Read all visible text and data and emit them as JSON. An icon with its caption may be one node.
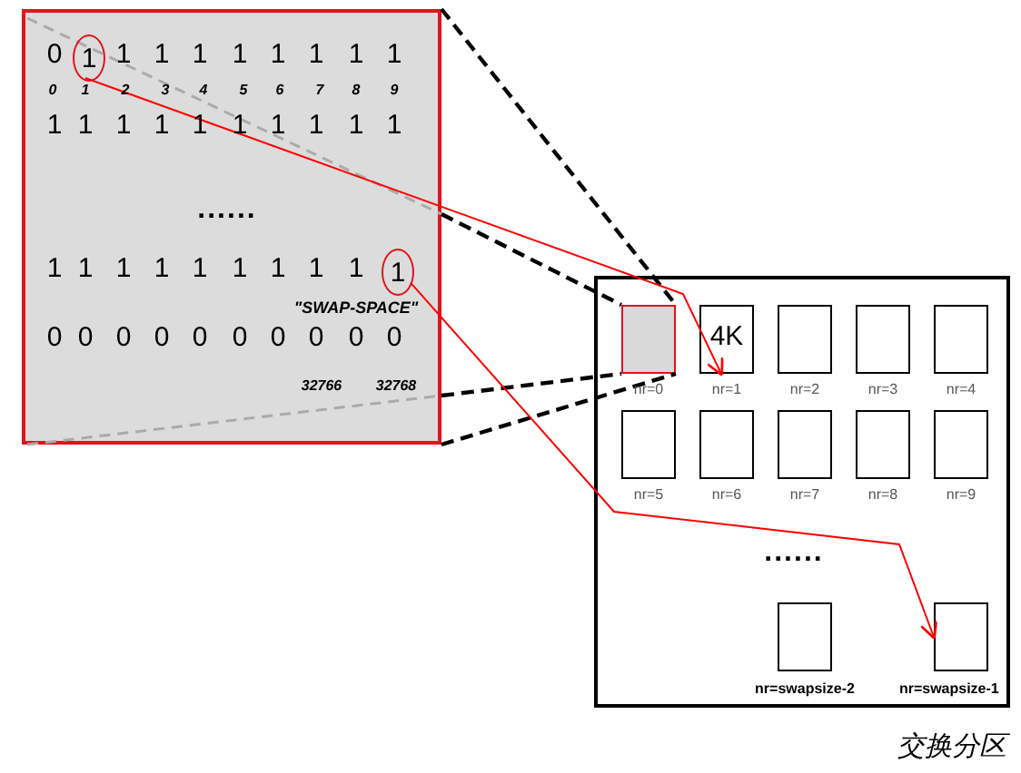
{
  "diagram": {
    "nodes": [
      {
        "text": [],
        "shape": "box"
      },
      {
        "text": [
          "1"
        ],
        "in": 0
      },
      {
        "text": [
          "1"
        ],
        "in": 0
      },
      {
        "text": [
          "交换分区"
        ]
      },
      {
        "text": [],
        "shape": "box",
        "beside": [
          "nr=0"
        ],
        "in": 3
      },
      {
        "text": [
          "4K"
        ],
        "beside": [
          "nr=1"
        ],
        "in": 3
      },
      {
        "text": [],
        "shape": "box",
        "beside": [
          "nr=2"
        ],
        "in": 3
      },
      {
        "text": [],
        "shape": "box",
        "beside": [
          "nr=3"
        ],
        "in": 3
      },
      {
        "text": [],
        "shape": "box",
        "beside": [
          "nr=4"
        ],
        "in": 3
      },
      {
        "text": [],
        "shape": "box",
        "beside": [
          "nr=5"
        ],
        "in": 3
      },
      {
        "text": [],
        "shape": "box",
        "beside": [
          "nr=6"
        ],
        "in": 3
      },
      {
        "text": [],
        "shape": "box",
        "beside": [
          "nr=7"
        ],
        "in": 3
      },
      {
        "text": [],
        "shape": "box",
        "beside": [
          "nr=8"
        ],
        "in": 3
      },
      {
        "text": [],
        "shape": "box",
        "beside": [
          "nr=9"
        ],
        "in": 3
      },
      {
        "text": [],
        "shape": "box",
        "beside": [
          "nr=swapsize-2"
        ],
        "in": 3
      },
      {
        "text": [],
        "shape": "box",
        "beside": [
          "nr=swapsize-1"
        ],
        "in": 3
      }
    ],
    "edges": [
      {
        "from": 0,
        "to": 4,
        "arrow": "none",
        "style": "dashed"
      },
      {
        "from": 0,
        "to": 4,
        "arrow": "none",
        "style": "dashed"
      },
      {
        "from": 0,
        "to": 4,
        "arrow": "none",
        "style": "dashed"
      },
      {
        "from": 0,
        "to": 4,
        "arrow": "none",
        "style": "dashed"
      },
      {
        "from": 1,
        "to": 5,
        "arrow": "to",
        "color": "#ff0000"
      },
      {
        "from": 2,
        "to": 15,
        "arrow": "to",
        "color": "#ff0000"
      }
    ],
    "labels": [
      "0",
      "1",
      "1",
      "1",
      "1",
      "1",
      "1",
      "1",
      "1",
      "0",
      "1",
      "2",
      "3",
      "4",
      "5",
      "6",
      "7",
      "8",
      "9",
      "1",
      "1",
      "1",
      "1",
      "1",
      "1",
      "1",
      "1",
      "1",
      "1",
      "......",
      "1",
      "1",
      "1",
      "1",
      "1",
      "1",
      "1",
      "1",
      "1",
      "\"SWAP-SPACE\"",
      "0",
      "0",
      "0",
      "0",
      "0",
      "0",
      "0",
      "0",
      "0",
      "0",
      "32766",
      "32768",
      "......"
    ]
  }
}
